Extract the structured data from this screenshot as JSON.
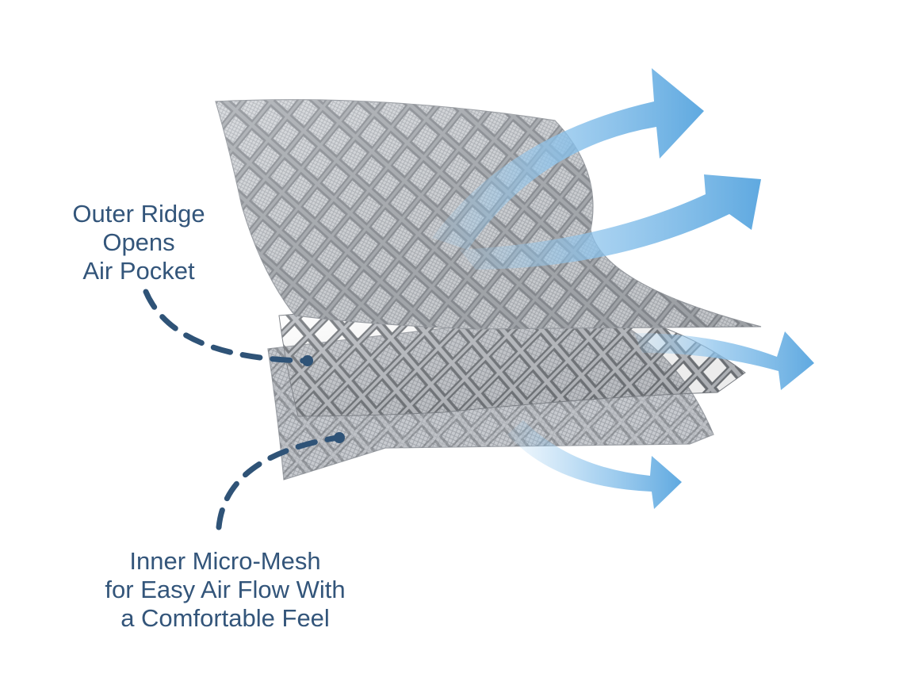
{
  "callouts": {
    "outer_ridge": {
      "lines": [
        "Outer Ridge",
        "Opens",
        "Air Pocket"
      ]
    },
    "inner_mesh": {
      "lines": [
        "Inner Micro-Mesh",
        "for Easy Air Flow With",
        "a Comfortable Feel"
      ]
    }
  },
  "colors": {
    "label_text": "#33557a",
    "leader_line": "#2f5377",
    "mesh_light": "#b9bcc1",
    "mesh_dark": "#6f7378",
    "airflow_arrow": "#6fb2e2"
  },
  "icons": {
    "airflow_arrows": "curved-arrow-icon",
    "leader_lines": "dashed-leader-line"
  }
}
